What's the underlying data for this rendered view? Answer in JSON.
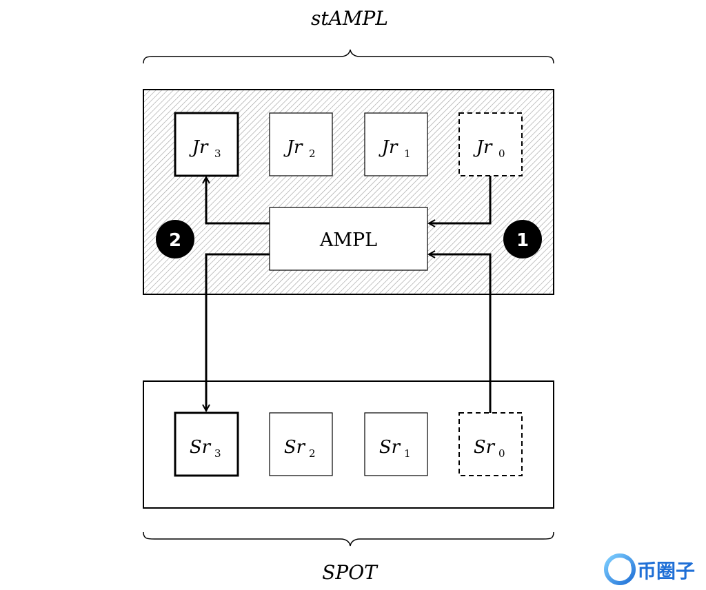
{
  "labels": {
    "top_brace": "stAMPL",
    "bottom_brace": "SPOT",
    "center_box": "AMPL"
  },
  "jr_boxes": [
    {
      "base": "Jr",
      "sub": "3",
      "style": "bold"
    },
    {
      "base": "Jr",
      "sub": "2",
      "style": "thin"
    },
    {
      "base": "Jr",
      "sub": "1",
      "style": "thin"
    },
    {
      "base": "Jr",
      "sub": "0",
      "style": "dashed"
    }
  ],
  "sr_boxes": [
    {
      "base": "Sr",
      "sub": "3",
      "style": "bold"
    },
    {
      "base": "Sr",
      "sub": "2",
      "style": "thin"
    },
    {
      "base": "Sr",
      "sub": "1",
      "style": "thin"
    },
    {
      "base": "Sr",
      "sub": "0",
      "style": "dashed"
    }
  ],
  "badges": {
    "left": "2",
    "right": "1"
  },
  "watermark": {
    "text": "币圈子"
  },
  "colors": {
    "ink": "#000000",
    "hatch": "#9a9a9a",
    "watermark": "#1f6fd6"
  }
}
